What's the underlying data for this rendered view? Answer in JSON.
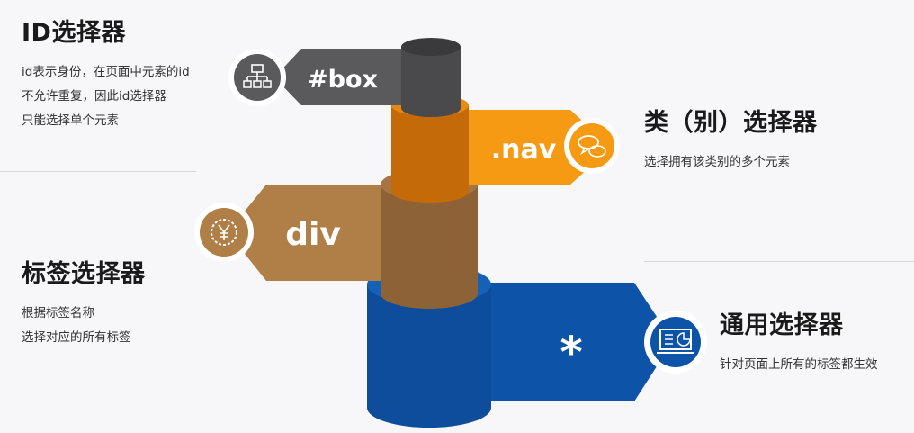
{
  "sections": {
    "id": {
      "title": "ID选择器",
      "lines": [
        "id表示身份，在页面中元素的id",
        "不允许重复，因此id选择器",
        "只能选择单个元素"
      ],
      "tag": "#box",
      "icon": "sitemap-icon",
      "color": "#5a595c"
    },
    "class": {
      "title": "类（别）选择器",
      "lines": [
        "选择拥有该类别的多个元素"
      ],
      "tag": ".nav",
      "icon": "chat-bubbles-icon",
      "color": "#f59a12"
    },
    "tag": {
      "title": "标签选择器",
      "lines": [
        "根据标签名称",
        "选择对应的所有标签"
      ],
      "tag": "div",
      "icon": "yen-coin-icon",
      "color": "#b07f47"
    },
    "universal": {
      "title": "通用选择器",
      "lines": [
        "针对页面上所有的标签都生效"
      ],
      "tag": "*",
      "icon": "monitor-chart-icon",
      "color": "#0d54a8"
    }
  }
}
